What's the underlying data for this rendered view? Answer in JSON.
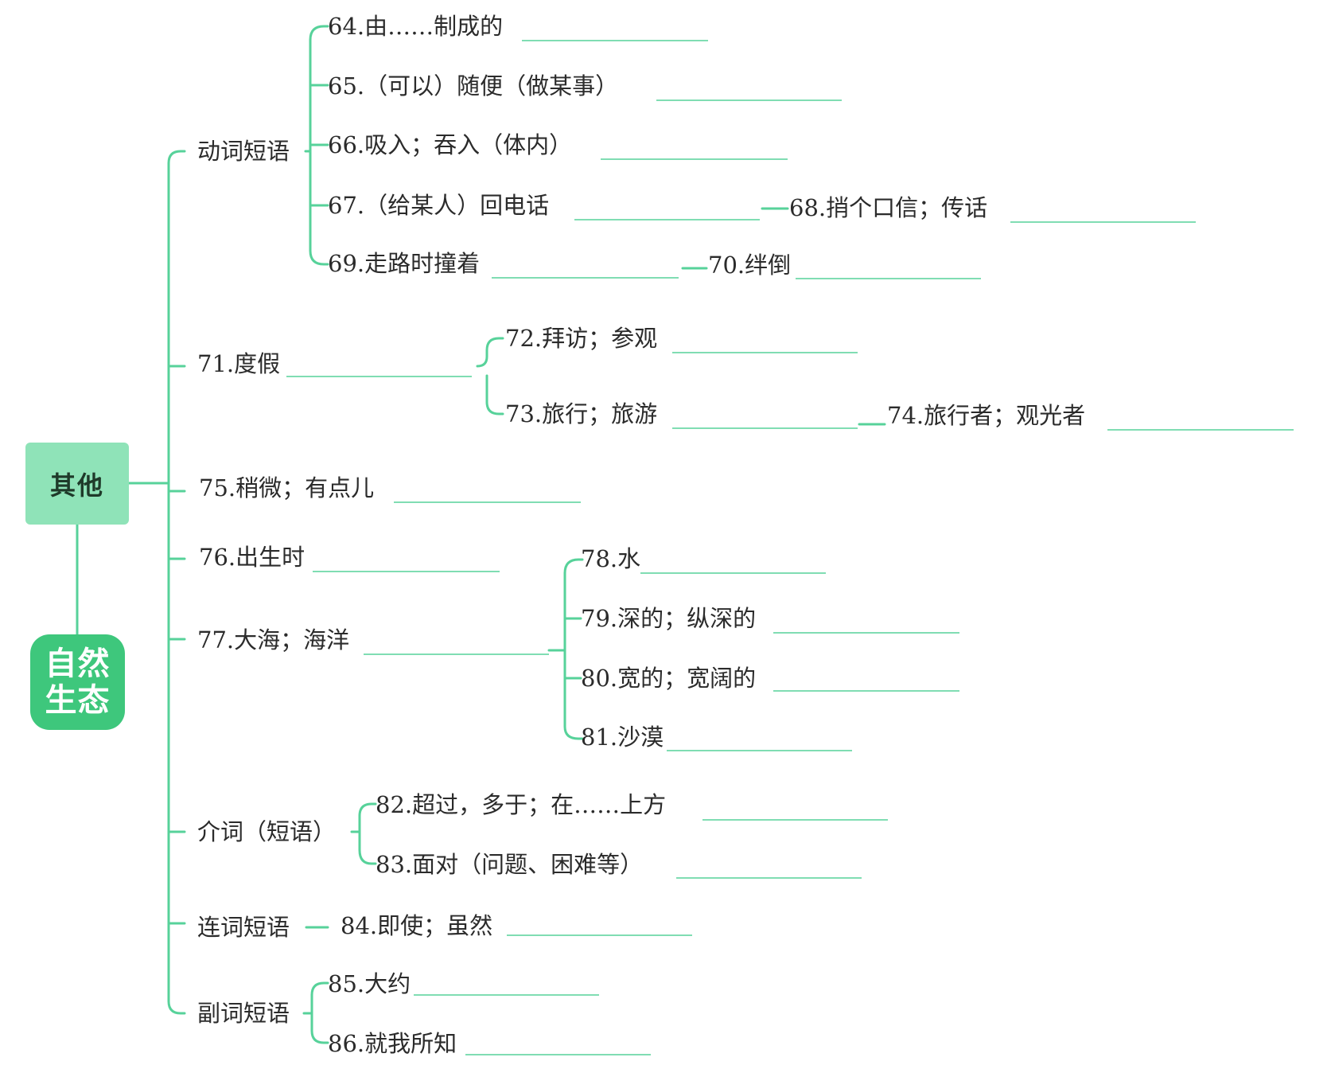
{
  "root": {
    "label": "其他",
    "sub_lines": [
      "自然",
      "生态"
    ]
  },
  "colors": {
    "line": "#57d29a",
    "root_box": "#8fe3b8",
    "nature_box": "#3ec77c"
  },
  "categories": {
    "verb_phrases": "动词短语",
    "prep_phrases": "介词（短语）",
    "conj_phrases": "连词短语",
    "adv_phrases": "副词短语"
  },
  "items": {
    "i64": "64.由……制成的",
    "i65": "65.（可以）随便（做某事）",
    "i66": "66.吸入；吞入（体内）",
    "i67": "67.（给某人）回电话",
    "i68": "68.捎个口信；传话",
    "i69": "69.走路时撞着",
    "i70": "70.绊倒",
    "i71": "71.度假",
    "i72": "72.拜访；参观",
    "i73": "73.旅行；旅游",
    "i74": "74.旅行者；观光者",
    "i75": "75.稍微；有点儿",
    "i76": "76.出生时",
    "i77": "77.大海；海洋",
    "i78": "78.水",
    "i79": "79.深的；纵深的",
    "i80": "80.宽的；宽阔的",
    "i81": "81.沙漠",
    "i82": "82.超过，多于；在……上方",
    "i83": "83.面对（问题、困难等）",
    "i84": "84.即使；虽然",
    "i85": "85.大约",
    "i86": "86.就我所知"
  }
}
